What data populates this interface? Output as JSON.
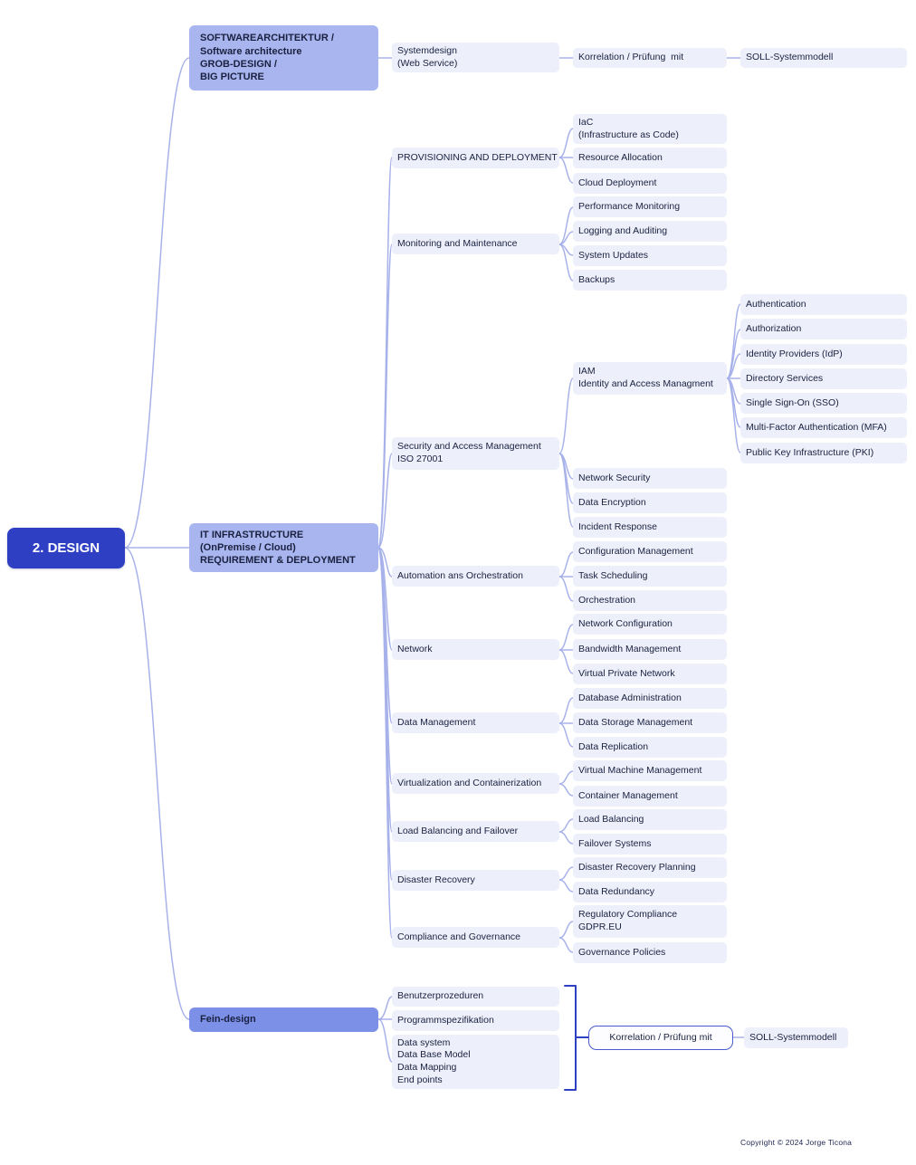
{
  "mindmap": {
    "root": "2. DESIGN",
    "software": {
      "label": "SOFTWAREARCHITEKTUR /\nSoftware architecture\nGROB-DESIGN /\nBIG PICTURE",
      "systemdesign": "Systemdesign\n(Web Service)",
      "korrelation": "Korrelation / Prüfung  mit",
      "soll": "SOLL-Systemmodell"
    },
    "infra": {
      "label": "IT INFRASTRUCTURE\n(OnPremise / Cloud)\nREQUIREMENT & DEPLOYMENT",
      "provisioning": {
        "label": "PROVISIONING AND DEPLOYMENT",
        "iac": "IaC\n(Infrastructure as Code)",
        "resource_allocation": "Resource Allocation",
        "cloud_deployment": "Cloud Deployment"
      },
      "monitoring": {
        "label": "Monitoring and Maintenance",
        "performance": "Performance Monitoring",
        "logging": "Logging and Auditing",
        "updates": "System Updates",
        "backups": "Backups"
      },
      "security": {
        "label": "Security and Access Management\nISO 27001",
        "iam": {
          "label": "IAM\nIdentity and Access Managment",
          "authentication": "Authentication",
          "authorization": "Authorization",
          "idp": "Identity Providers (IdP)",
          "directory": "Directory Services",
          "sso": "Single Sign-On (SSO)",
          "mfa": "Multi-Factor Authentication (MFA)",
          "pki": "Public Key Infrastructure (PKI)"
        },
        "network_security": "Network Security",
        "data_encryption": "Data Encryption",
        "incident_response": "Incident Response"
      },
      "automation": {
        "label": "Automation ans Orchestration",
        "configuration": "Configuration Management",
        "task_scheduling": "Task Scheduling",
        "orchestration": "Orchestration"
      },
      "network": {
        "label": "Network",
        "configuration": "Network Configuration",
        "bandwidth": "Bandwidth Management",
        "vpn": "Virtual Private Network"
      },
      "data": {
        "label": "Data Management",
        "administration": "Database Administration",
        "storage": "Data Storage Management",
        "replication": "Data Replication"
      },
      "virtualization": {
        "label": "Virtualization and Containerization",
        "vm": "Virtual Machine Management",
        "container": "Container Management"
      },
      "load_balancing": {
        "label": "Load Balancing and Failover",
        "load_balancing": "Load Balancing",
        "failover": "Failover Systems"
      },
      "disaster": {
        "label": "Disaster Recovery",
        "planning": "Disaster Recovery Planning",
        "redundancy": "Data Redundancy"
      },
      "compliance": {
        "label": "Compliance and Governance",
        "regulatory": "Regulatory Compliance\nGDPR.EU",
        "policies": "Governance Policies"
      }
    },
    "fein": {
      "label": "Fein-design",
      "benutzerprozeduren": "Benutzerprozeduren",
      "programmspezifikation": "Programmspezifikation",
      "datasystem": "Data system\nData Base Model\nData Mapping\nEnd points",
      "korrelation": "Korrelation / Prüfung mit",
      "soll": "SOLL-Systemmodell"
    }
  },
  "footer": {
    "copyright": "Copyright © 2024 Jorge Ticona"
  },
  "colors": {
    "root_bg": "#2e3fc4",
    "branch_bg": "#a9b5ee",
    "fein_bg": "#7d90e8",
    "leaf_bg": "#edeffa",
    "connector": "#a8b2ea",
    "bracket": "#2d3fc2",
    "text": "#1a2140"
  }
}
